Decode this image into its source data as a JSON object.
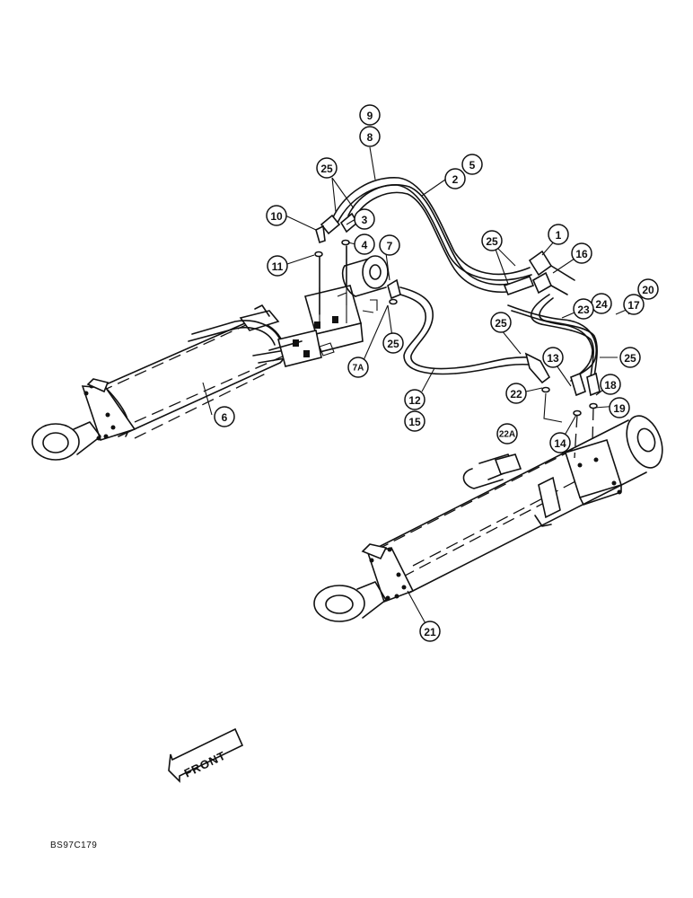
{
  "figure": {
    "code": "BS97C179",
    "front_label": "FRONT"
  },
  "callouts": [
    "9",
    "8",
    "25",
    "5",
    "2",
    "10",
    "3",
    "4",
    "11",
    "7",
    "1",
    "25",
    "16",
    "24",
    "20",
    "23",
    "17",
    "25",
    "25",
    "6",
    "25",
    "7A",
    "12",
    "15",
    "13",
    "22",
    "22A",
    "18",
    "19",
    "14",
    "21"
  ]
}
